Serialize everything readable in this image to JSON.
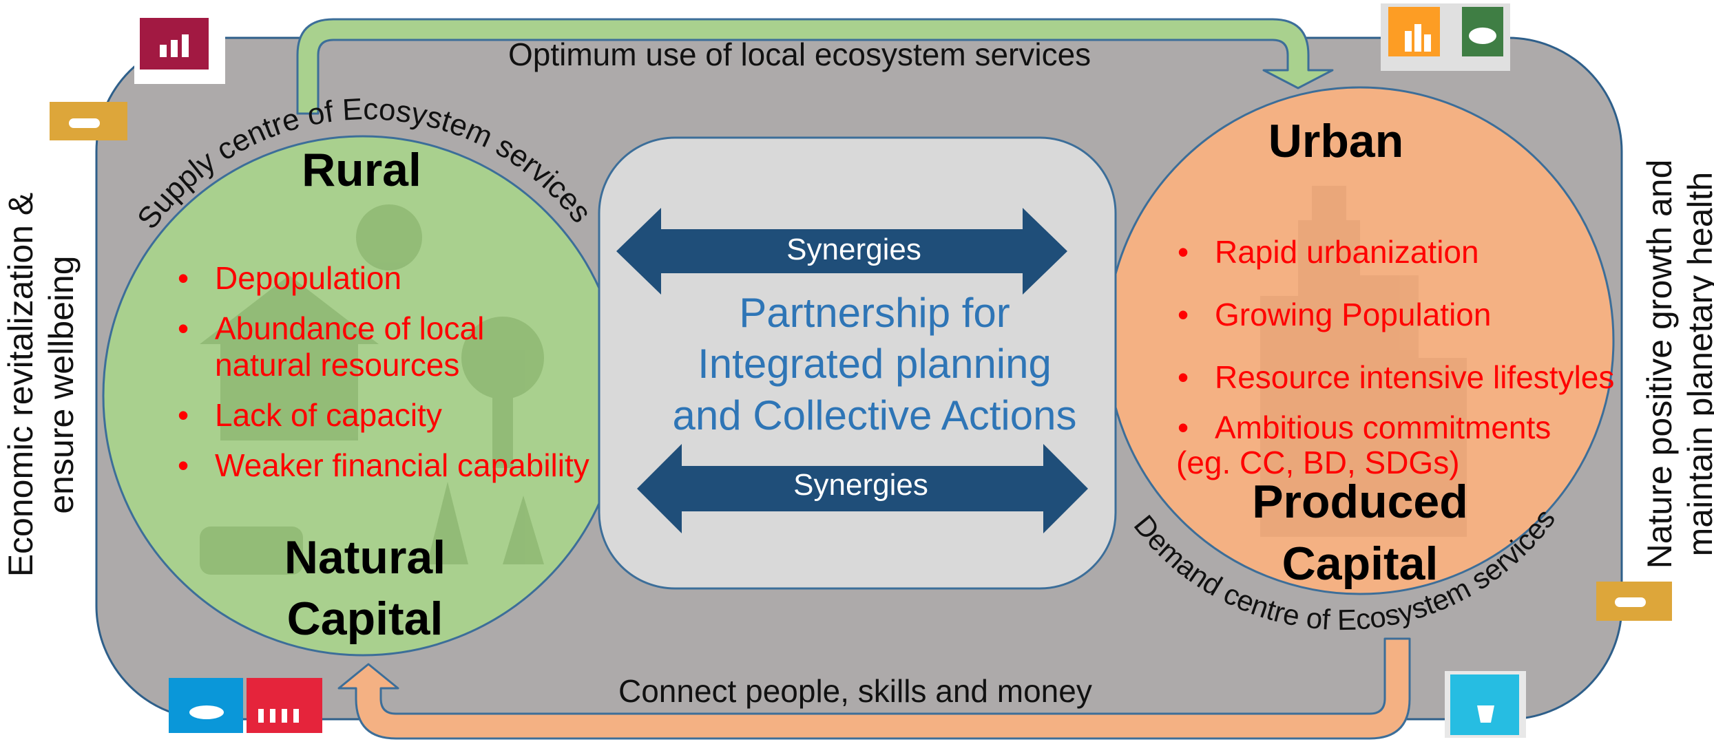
{
  "rural": {
    "title": "Rural",
    "capital_line1": "Natural",
    "capital_line2": "Capital",
    "arc_text": "Supply centre of Ecosystem services",
    "bullets": [
      "Depopulation",
      "Abundance of local natural resources",
      "Lack of capacity",
      "Weaker financial capability"
    ]
  },
  "urban": {
    "title": "Urban",
    "capital_line1": "Produced",
    "capital_line2": "Capital",
    "arc_text": "Demand centre of Ecosystem services",
    "bullets": [
      "Rapid urbanization",
      "Growing Population",
      "Resource intensive lifestyles",
      "Ambitious commitments"
    ],
    "bullet_note": "(eg. CC, BD, SDGs)"
  },
  "center": {
    "line1": "Partnership for",
    "line2": "Integrated planning",
    "line3": "and Collective Actions"
  },
  "synergies": {
    "top": "Synergies",
    "bottom": "Synergies"
  },
  "flows": {
    "top_label": "Optimum use of local ecosystem services",
    "bottom_label": "Connect people, skills and money"
  },
  "side": {
    "left_line1": "Economic revitalization &",
    "left_line2": "ensure wellbeing",
    "right_line1": "Nature positive growth and",
    "right_line2": "maintain planetary health"
  },
  "sdg_icons": [
    {
      "name": "sdg-8-icon",
      "color": "#a21942"
    },
    {
      "name": "sdg-2-icon",
      "color": "#dda63a"
    },
    {
      "name": "sdg-11-icon",
      "color": "#fd9d24"
    },
    {
      "name": "sdg-15-icon",
      "color": "#56c02b"
    },
    {
      "name": "sdg-2-icon-right",
      "color": "#dda63a"
    },
    {
      "name": "sdg-14-icon",
      "color": "#0a97d9"
    },
    {
      "name": "sdg-1-icon",
      "color": "#e5243b"
    },
    {
      "name": "sdg-6-icon",
      "color": "#26bde2"
    }
  ],
  "colors": {
    "background_panel": "#adaaaa",
    "rural_circle": "#a9d08e",
    "urban_circle": "#f4b183",
    "center_box": "#d9d9d9",
    "synergy_arrow": "#1f4e79",
    "top_flow_arrow": "#a9d18e",
    "bottom_flow_arrow": "#f4b183",
    "bullet_text": "#ff0000",
    "center_text": "#2e75b6"
  }
}
